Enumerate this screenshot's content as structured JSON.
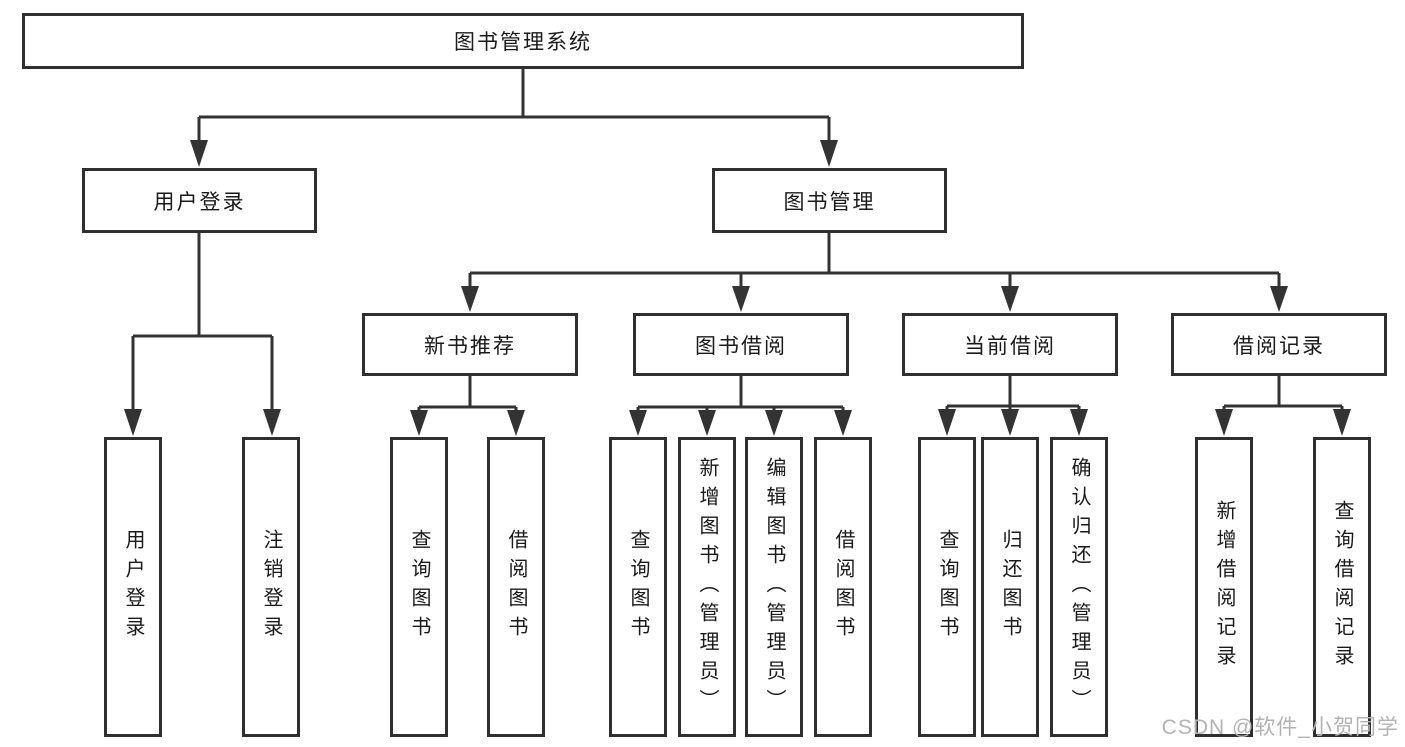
{
  "diagram": {
    "type": "tree-diagram",
    "root": {
      "label": "图书管理系统"
    },
    "children": [
      {
        "label": "用户登录",
        "children": [
          {
            "label": "用户登录"
          },
          {
            "label": "注销登录"
          }
        ]
      },
      {
        "label": "图书管理",
        "children": [
          {
            "label": "新书推荐",
            "children": [
              {
                "label": "查询图书"
              },
              {
                "label": "借阅图书"
              }
            ]
          },
          {
            "label": "图书借阅",
            "children": [
              {
                "label": "查询图书"
              },
              {
                "label": "新增图书（管理员）"
              },
              {
                "label": "编辑图书（管理员）"
              },
              {
                "label": "借阅图书"
              }
            ]
          },
          {
            "label": "当前借阅",
            "children": [
              {
                "label": "查询图书"
              },
              {
                "label": "归还图书"
              },
              {
                "label": "确认归还（管理员）"
              }
            ]
          },
          {
            "label": "借阅记录",
            "children": [
              {
                "label": "新增借阅记录"
              },
              {
                "label": "查询借阅记录"
              }
            ]
          }
        ]
      }
    ],
    "watermark": "CSDN @软件_小贺同学"
  },
  "colors": {
    "line": "#333333",
    "box_border": "#2f2f2f",
    "text": "#1a1a1a",
    "watermark": "#b3b3b3",
    "background": "#ffffff"
  }
}
